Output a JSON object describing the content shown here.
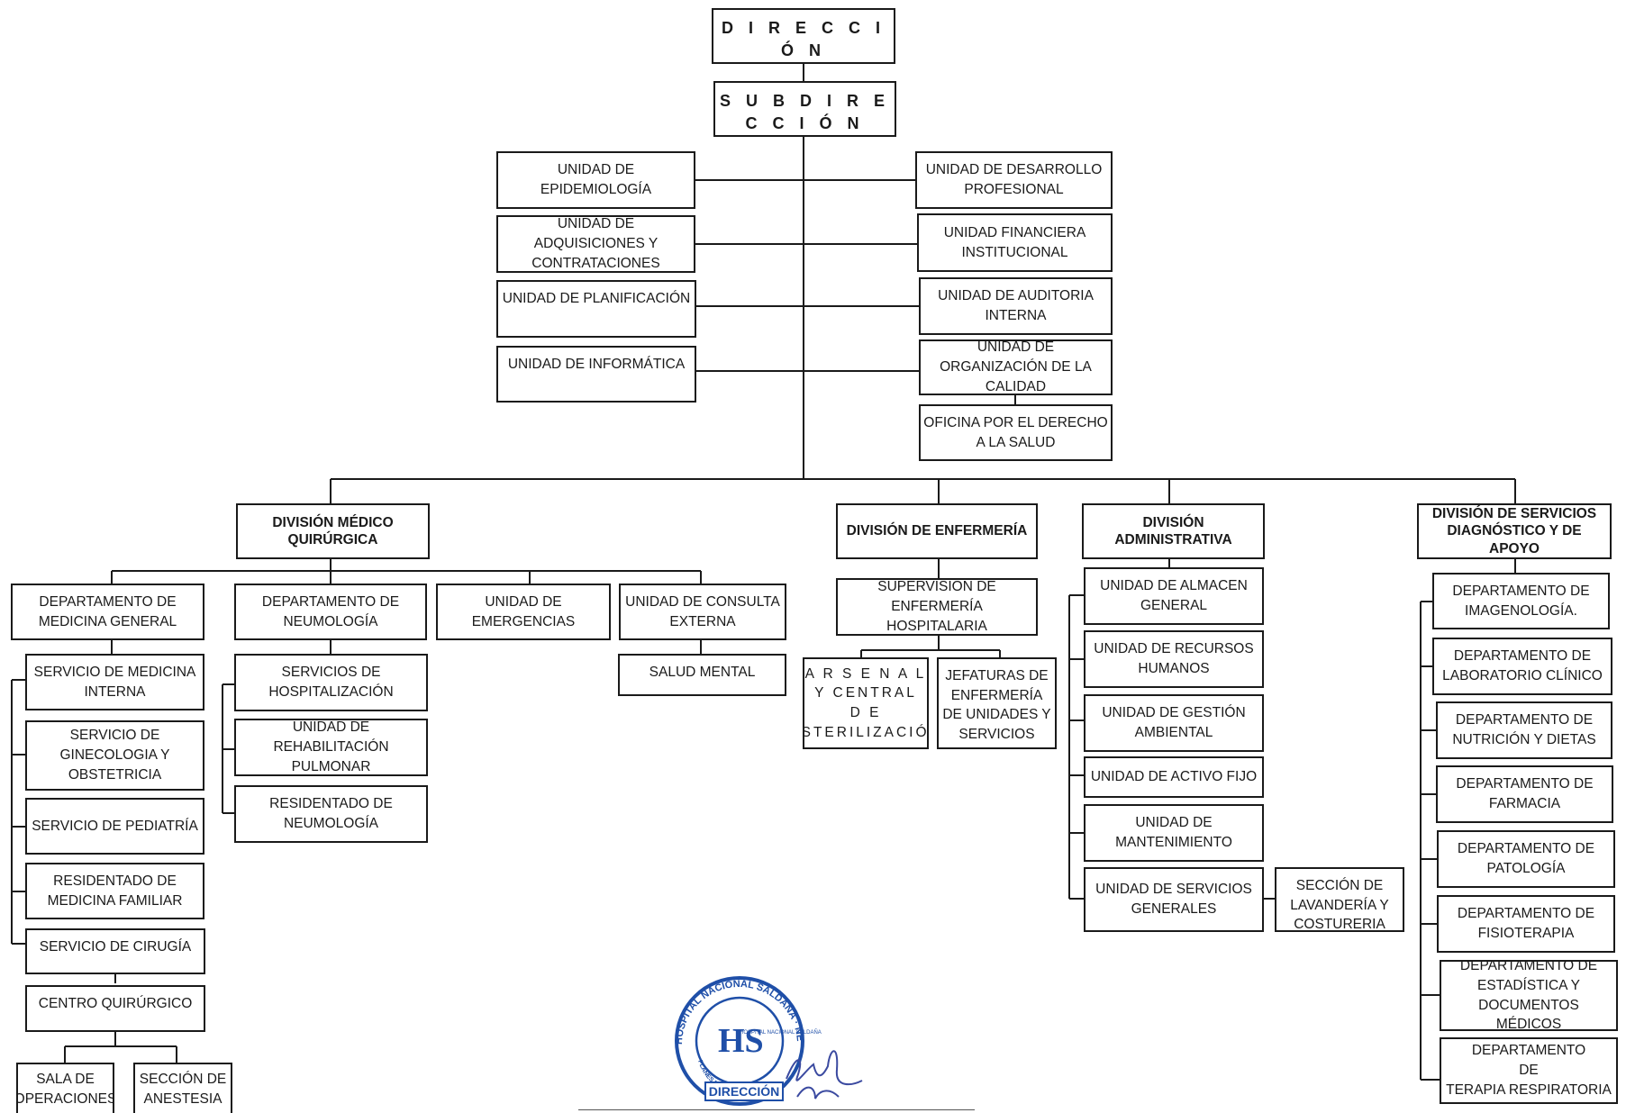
{
  "org": {
    "direccion": "D I R E C C I Ó N",
    "subdireccion": "S U B D I R E C C I Ó N",
    "staff_left": {
      "epidemiologia": "UNIDAD DE EPIDEMIOLOGÍA",
      "adquisiciones": "UNIDAD DE ADQUISICIONES Y CONTRATACIONES",
      "planificacion": "UNIDAD DE PLANIFICACIÓN",
      "informatica": "UNIDAD DE INFORMÁTICA"
    },
    "staff_right": {
      "desarrollo": "UNIDAD DE DESARROLLO PROFESIONAL",
      "financiera": "UNIDAD FINANCIERA INSTITUCIONAL",
      "auditoria": "UNIDAD DE AUDITORIA INTERNA",
      "calidad": "UNIDAD DE ORGANIZACIÓN DE LA CALIDAD",
      "oficina_derecho": "OFICINA POR EL DERECHO A  LA  SALUD"
    },
    "medico_quirurgica": {
      "title": "DIVISIÓN MÉDICO QUIRÚRGICA",
      "medicina_general": "DEPARTAMENTO DE MEDICINA GENERAL",
      "medicina_interna": "SERVICIO DE MEDICINA INTERNA",
      "ginecologia": "SERVICIO DE GINECOLOGIA Y OBSTETRICIA",
      "pediatria": "SERVICIO DE PEDIATRÍA",
      "medicina_familiar": "RESIDENTADO DE MEDICINA FAMILIAR",
      "cirugia": "SERVICIO DE CIRUGÍA",
      "centro_quirurgico": "CENTRO QUIRÚRGICO",
      "sala_operaciones": "SALA DE OPERACIONES",
      "anestesia": "SECCIÓN DE ANESTESIA",
      "neumologia": "DEPARTAMENTO DE NEUMOLOGÍA",
      "hospitalizacion": "SERVICIOS DE HOSPITALIZACIÓN",
      "rehabilitacion": "UNIDAD DE REHABILITACIÓN PULMONAR",
      "residentado_neumologia": "RESIDENTADO DE NEUMOLOGÍA",
      "emergencias": "UNIDAD  DE EMERGENCIAS",
      "consulta_externa": "UNIDAD DE CONSULTA EXTERNA",
      "salud_mental": "SALUD  MENTAL"
    },
    "enfermeria": {
      "title": "DIVISIÓN DE ENFERMERÍA",
      "supervision": "SUPERVISIÓN DE ENFERMERÍA HOSPITALARIA",
      "arsenal": "A R S E N A L\nY  CENTRAL\nD E\nESTERILIZACIÓN",
      "jefaturas": "JEFATURAS DE ENFERMERÍA DE UNIDADES Y SERVICIOS"
    },
    "administrativa": {
      "title": "DIVISIÓN ADMINISTRATIVA",
      "almacen": "UNIDAD DE ALMACEN GENERAL",
      "recursos_humanos": "UNIDAD DE RECURSOS HUMANOS",
      "gestion_ambiental": "UNIDAD DE GESTIÓN AMBIENTAL",
      "activo_fijo": "UNIDAD DE ACTIVO FIJO",
      "mantenimiento": "UNIDAD DE MANTENIMIENTO",
      "servicios_generales": "UNIDAD DE SERVICIOS GENERALES",
      "lavanderia": "SECCIÓN DE LAVANDERÍA Y COSTURERIA"
    },
    "diagnostico": {
      "title": "DIVISIÓN DE SERVICIOS DIAGNÓSTICO Y DE APOYO",
      "imagenologia": "DEPARTAMENTO DE IMAGENOLOGÍA.",
      "laboratorio": "DEPARTAMENTO DE LABORATORIO CLÍNICO",
      "nutricion": "DEPARTAMENTO DE NUTRICIÓN Y DIETAS",
      "farmacia": "DEPARTAMENTO DE FARMACIA",
      "patologia": "DEPARTAMENTO DE PATOLOGÍA",
      "fisioterapia": "DEPARTAMENTO DE FISIOTERAPIA",
      "estadistica": "DEPARTAMENTO DE ESTADÍSTICA Y DOCUMENTOS MÉDICOS",
      "terapia_respiratoria": "DEPARTAMENTO\nDE\nTERAPIA RESPIRATORIA"
    }
  },
  "seal": {
    "ring_text": "HOSPITAL NACIONAL SALDAÑA · NEUMOLOGÍA Y MEDICINA FAMILIAR",
    "monogram": "HS",
    "inner_text": "HOSPITAL NACIONAL SALDAÑA",
    "bottom_text": "PLANES DE RENDEROS",
    "label": "DIRECCIÓN",
    "color": "#1f4fa8"
  }
}
